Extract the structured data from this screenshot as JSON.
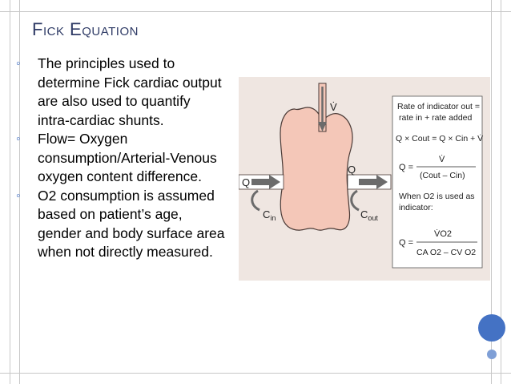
{
  "slide": {
    "title": "Fick Equation",
    "bullets": [
      {
        "icon": "ring-bullet-icon",
        "text": "The principles used to determine Fick cardiac output are also used to quantify intra-cardiac shunts."
      },
      {
        "icon": "ring-bullet-icon",
        "text": "Flow= Oxygen consumption/Arterial-Venous oxygen content difference."
      },
      {
        "icon": "ring-bullet-icon",
        "text": "O2 consumption is assumed based on patient’s age, gender and body surface area when not directly measured."
      }
    ]
  },
  "figure": {
    "inflow_label": "Q",
    "outflow_label": "Q",
    "injection_label": "V̇",
    "c_in_label": {
      "base": "C",
      "sub": "in"
    },
    "c_out_label": {
      "base": "C",
      "sub": "out"
    },
    "panel": {
      "line1": "Rate of indicator out =",
      "line2": "rate in + rate added",
      "eq1": "Q × Cout = Q × Cin + V̇",
      "q_eq2_lhs": "Q =",
      "q_eq2_num": "V̇",
      "q_eq2_den": "(Cout – Cin)",
      "when_o2_1": "When O2 is used as",
      "when_o2_2": "indicator:",
      "q_eq3_lhs": "Q =",
      "q_eq3_num": "V̇O2",
      "q_eq3_den": "CA O2 – CV O2"
    }
  },
  "colors": {
    "title": "#2f3b66",
    "bullet_mark": "#4472c4",
    "figure_bg": "#efe6e1",
    "heart": "#f4c7b8",
    "heart_stroke": "#4a3a36",
    "arrow": "#6b6b6b",
    "dot_large": "#4472c4",
    "dot_small": "#7f9fd6"
  }
}
